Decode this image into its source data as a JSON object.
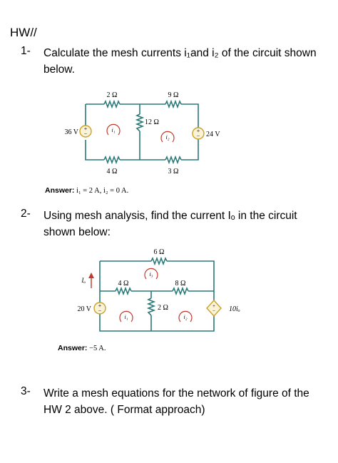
{
  "header": {
    "title": "HW//"
  },
  "q1": {
    "number": "1-",
    "line1": "Calculate the mesh currents i₁and i₂ of the circuit shown",
    "line2": "below.",
    "answer_label": "Answer:",
    "answer_value": "i₁ = 2 A, i₂ = 0 A.",
    "circuit": {
      "r_top_left": "2 Ω",
      "r_top_right": "9 Ω",
      "r_middle": "12 Ω",
      "r_bottom_left": "4 Ω",
      "r_bottom_right": "3 Ω",
      "source_left": "36 V",
      "source_right": "24 V",
      "mesh1": "i₁",
      "mesh2": "i₂"
    }
  },
  "q2": {
    "number": "2-",
    "line1": "Using mesh analysis, find the current Iₒ in the circuit",
    "line2": "shown below:",
    "answer_label": "Answer:",
    "answer_value": "−5 A.",
    "circuit": {
      "r_top": "6 Ω",
      "r_left": "4 Ω",
      "r_right": "8 Ω",
      "r_middle": "2 Ω",
      "source_left": "20 V",
      "dep_source": "10iₒ",
      "current_label": "Iₒ",
      "mesh1": "i₁",
      "mesh2": "i₂",
      "mesh3": "i₃"
    }
  },
  "q3": {
    "number": "3-",
    "line1": "Write a mesh equations for the network of figure  of the",
    "line2": "HW 2 above. ( Format approach)"
  }
}
